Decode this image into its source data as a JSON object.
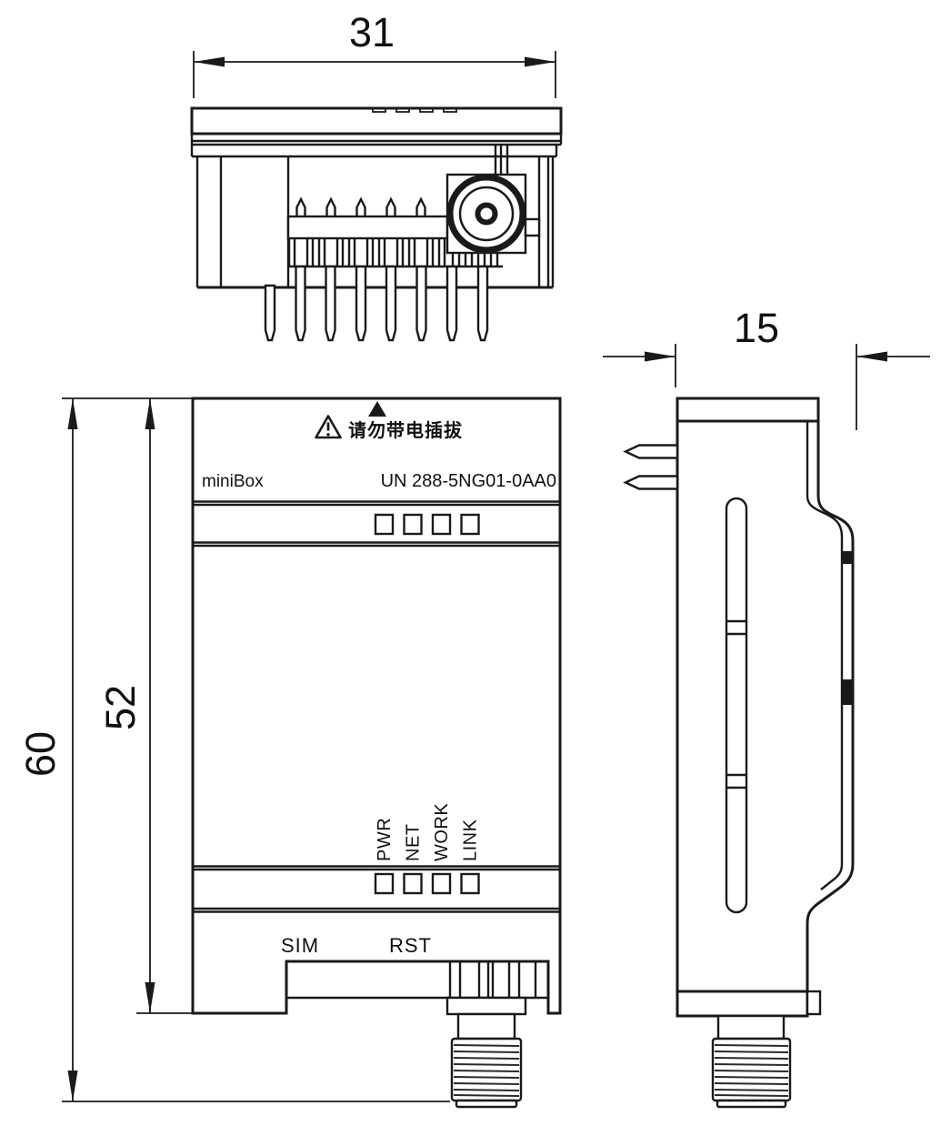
{
  "drawing": {
    "description": "Dimensional outline drawing of miniBox cellular module, three views: top, front, side",
    "background_color": "#ffffff",
    "line_color": "#1a1a1a",
    "dimensions": {
      "front_width": "31",
      "overall_height": "60",
      "body_height": "52",
      "side_depth": "15"
    },
    "front_view": {
      "brand": "miniBox",
      "model": "UN 288-5NG01-0AA0",
      "warning_text": "请勿带电插拔",
      "led_labels": [
        "PWR",
        "NET",
        "WORK",
        "LINK"
      ],
      "sim_label": "SIM",
      "rst_label": "RST"
    },
    "icons": {
      "warning_triangle": "⚠",
      "orientation_marker": "▲"
    }
  }
}
